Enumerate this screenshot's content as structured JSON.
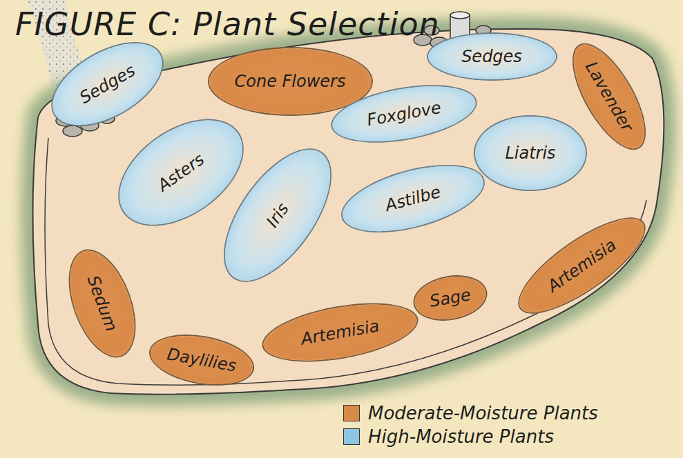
{
  "diagram": {
    "title": "FIGURE C: Plant Selection",
    "nodes": [
      {
        "text": [
          "Sedges"
        ]
      },
      {
        "text": [
          "Cone Flowers"
        ]
      },
      {
        "text": [
          "Sedges"
        ]
      },
      {
        "text": [
          "Lavender"
        ]
      },
      {
        "text": [
          "Asters"
        ]
      },
      {
        "text": [
          "Foxglove"
        ]
      },
      {
        "text": [
          "Liatris"
        ]
      },
      {
        "text": [
          "Iris"
        ]
      },
      {
        "text": [
          "Astilbe"
        ]
      },
      {
        "text": [
          "Artemisia"
        ]
      },
      {
        "text": [
          "Sedum"
        ]
      },
      {
        "text": [
          "Sage"
        ]
      },
      {
        "text": [
          "Artemisia"
        ]
      },
      {
        "text": [
          "Daylilies"
        ]
      }
    ],
    "legend": [
      {
        "text": "Moderate-Moisture Plants",
        "color": "#d98a48"
      },
      {
        "text": "High-Moisture Plants",
        "color": "#8cc4e2"
      }
    ]
  }
}
